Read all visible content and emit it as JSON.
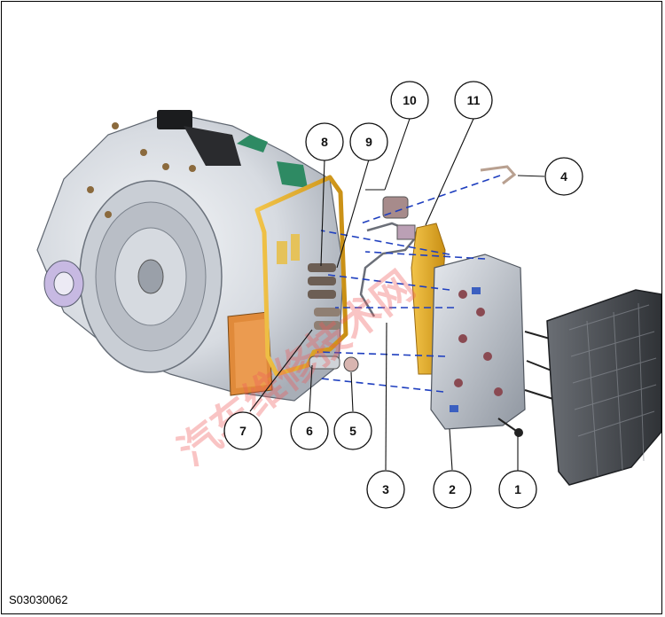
{
  "figure_code": "S03030062",
  "callouts": [
    "1",
    "2",
    "3",
    "4",
    "5",
    "6",
    "7",
    "8",
    "9",
    "10",
    "11"
  ],
  "watermark": "汽车维修技术网",
  "colors": {
    "housing": "#d9dde3",
    "housing_dark": "#8a9099",
    "gasket": "#e0a020",
    "cooler": "#e08a3a",
    "valve_body": "#b9bfc8",
    "pan": "#4a4d52",
    "leader_dash": "#1f3fbf",
    "watermark": "#f05a5a"
  },
  "icons": [
    "transmission-housing",
    "gasket",
    "valve-body",
    "oil-pan",
    "filter",
    "solenoid",
    "bolt"
  ]
}
